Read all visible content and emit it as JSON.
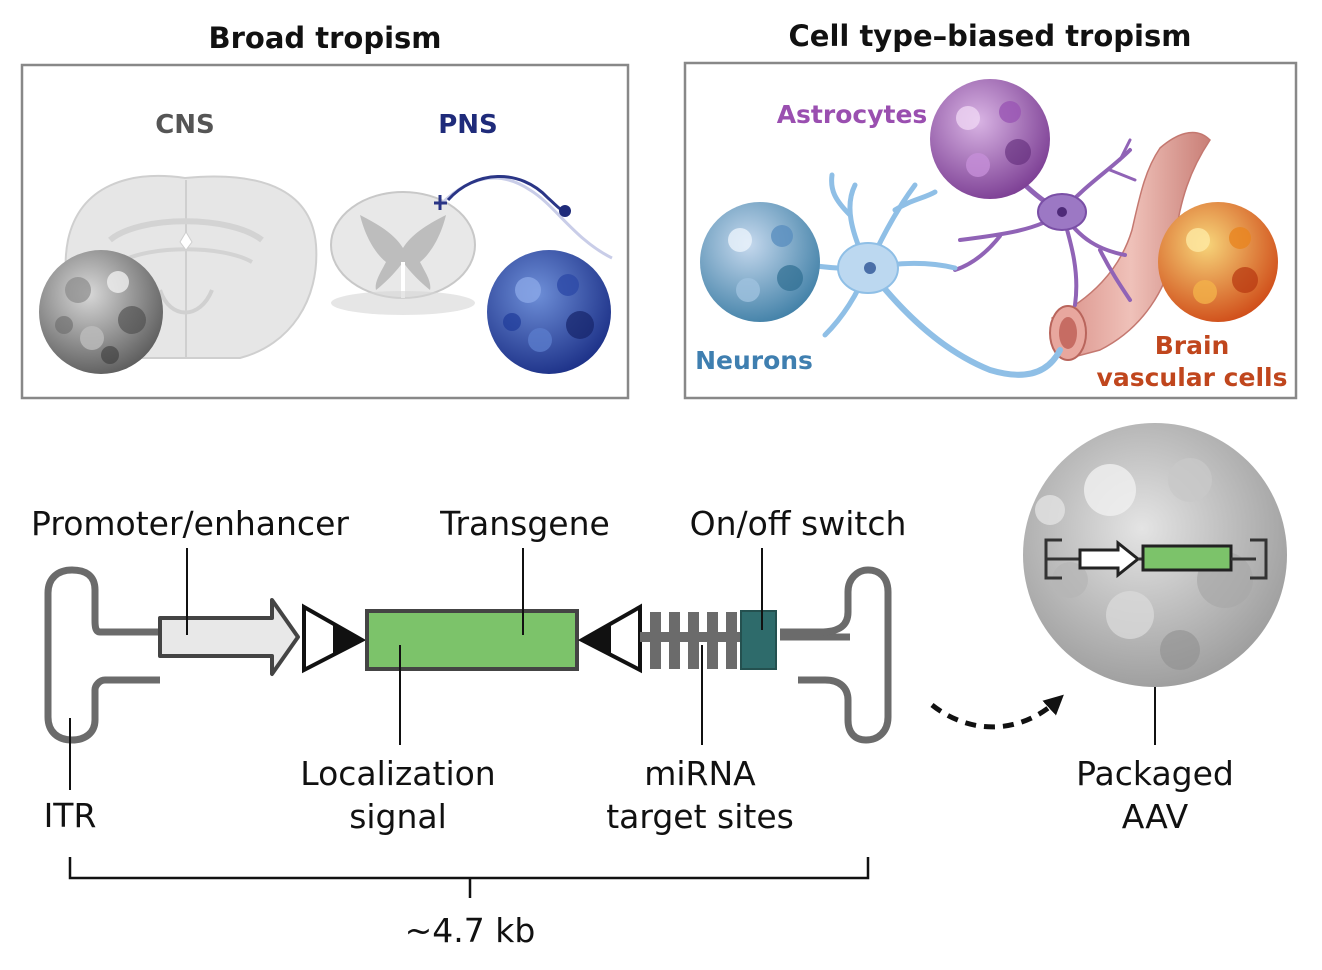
{
  "titles": {
    "broad": "Broad tropism",
    "biased": "Cell type–biased tropism"
  },
  "broad_panel": {
    "cns": "CNS",
    "pns": "PNS"
  },
  "biased_panel": {
    "astrocytes": "Astrocytes",
    "neurons": "Neurons",
    "vascular_line1": "Brain",
    "vascular_line2": "vascular cells"
  },
  "construct": {
    "promoter": "Promoter/enhancer",
    "transgene": "Transgene",
    "switch": "On/off switch",
    "itr": "ITR",
    "localization_line1": "Localization",
    "localization_line2": "signal",
    "mirna_line1": "miRNA",
    "mirna_line2": "target sites",
    "packaged_line1": "Packaged",
    "packaged_line2": "AAV",
    "size": "~4.7 kb"
  },
  "colors": {
    "cns_label": "#555555",
    "pns_label": "#1f2b7a",
    "astrocytes": "#9a4fb0",
    "neurons": "#3f7fb0",
    "vascular": "#c0461d",
    "transgene": "#7cc36a",
    "switch": "#2e6b6b",
    "itr": "#6b6b6b"
  }
}
